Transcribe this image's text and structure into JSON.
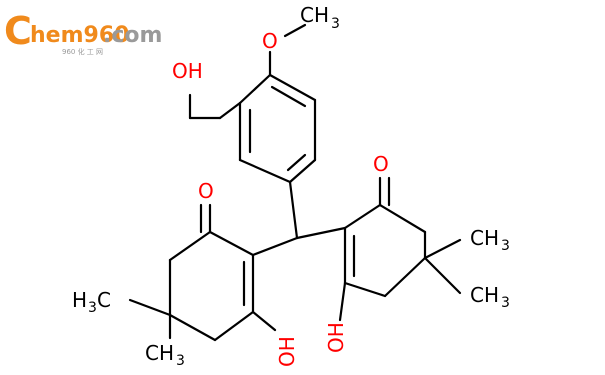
{
  "watermark": {
    "brand_initial": "C",
    "brand_rest": "hem960",
    "brand_tld": ".com",
    "tagline": "960 化 工 网",
    "color_orange": "#f08a1c",
    "color_gray": "#9a9a9a"
  },
  "atoms": {
    "methoxy_o": "O",
    "methoxy_ch3_c": "CH",
    "methoxy_ch3_sub": "3",
    "hydroxymethyl_oh": "OH",
    "left_ketone_o": "O",
    "right_ketone_o": "O",
    "left_h3c_h": "H",
    "left_h3c_sub": "3",
    "left_h3c_c": "C",
    "left_ch3_bottom_c": "CH",
    "left_ch3_bottom_sub": "3",
    "left_oh": "OH",
    "right_oh": "OH",
    "right_ch3_top_c": "CH",
    "right_ch3_top_sub": "3",
    "right_ch3_bottom_c": "CH",
    "right_ch3_bottom_sub": "3"
  },
  "colors": {
    "bond": "#000000",
    "oxygen": "#ff0000",
    "carbon_label": "#000000"
  }
}
